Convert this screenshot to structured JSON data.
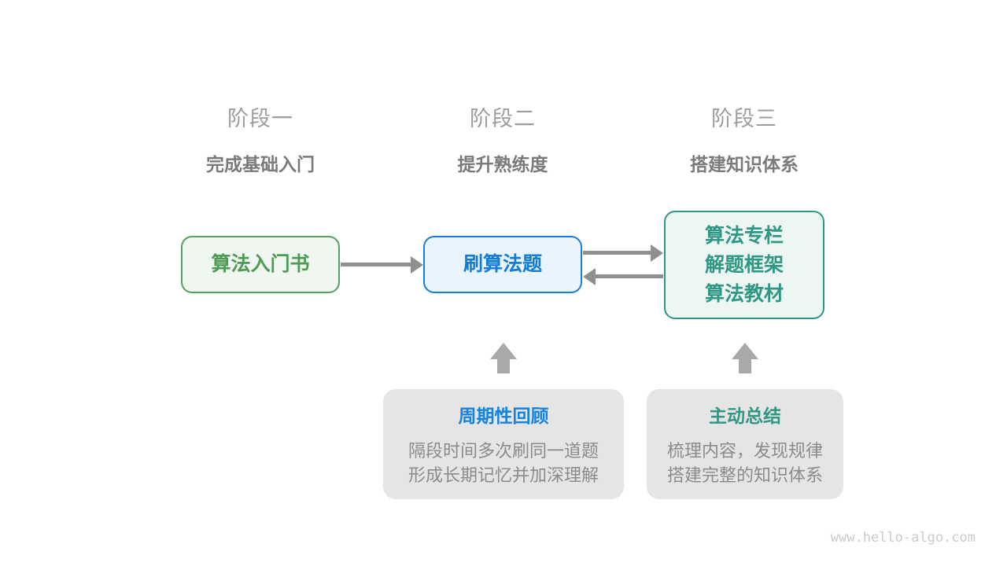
{
  "watermark": "www.hello-algo.com",
  "colors": {
    "stage_title": "#9d9d9d",
    "stage_subtitle": "#7a7a7a",
    "green_accent": "#4e9b55",
    "blue_accent": "#127cd6",
    "teal_accent": "#2f9884",
    "arrow_gray": "#8f8f8f",
    "block_arrow_gray": "#a9a9a9",
    "callout_bg": "#e5e5e5",
    "callout_body_text": "#8b8b8b"
  },
  "stages": [
    {
      "title": "阶段一",
      "subtitle": "完成基础入门"
    },
    {
      "title": "阶段二",
      "subtitle": "提升熟练度"
    },
    {
      "title": "阶段三",
      "subtitle": "搭建知识体系"
    }
  ],
  "nodes": {
    "intro_book": {
      "label": "算法入门书"
    },
    "practice": {
      "label": "刷算法题"
    },
    "resources": {
      "lines": [
        "算法专栏",
        "解题框架",
        "算法教材"
      ]
    }
  },
  "callouts": [
    {
      "title": "周期性回顾",
      "lines": [
        "隔段时间多次刷同一道题",
        "形成长期记忆并加深理解"
      ]
    },
    {
      "title": "主动总结",
      "lines": [
        "梳理内容，发现规律",
        "搭建完整的知识体系"
      ]
    }
  ]
}
